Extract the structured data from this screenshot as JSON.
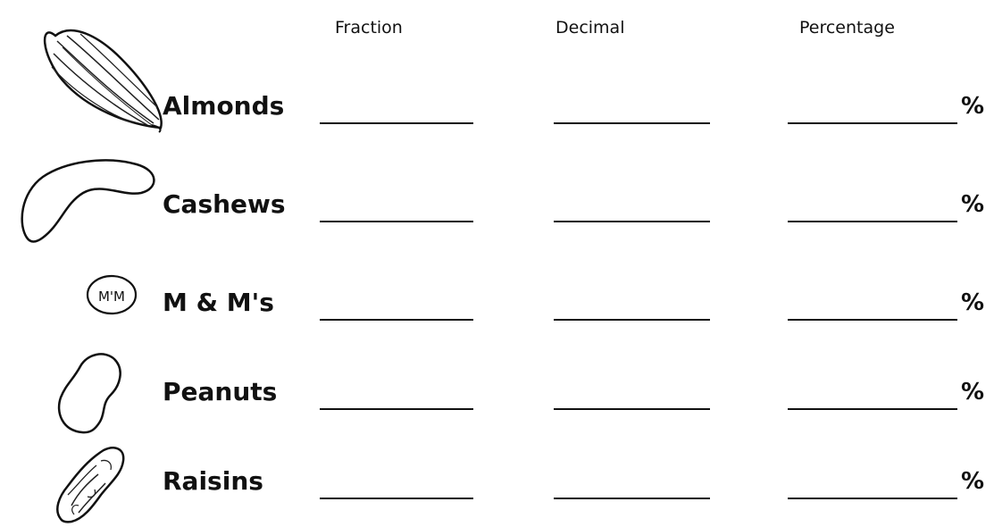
{
  "headers": {
    "fraction": "Fraction",
    "decimal": "Decimal",
    "percentage": "Percentage"
  },
  "rows": [
    {
      "label": "Almonds",
      "icon": "almond-icon",
      "suffix": "%"
    },
    {
      "label": "Cashews",
      "icon": "cashew-icon",
      "suffix": "%"
    },
    {
      "label": "M & M's",
      "icon": "mm-candy-icon",
      "suffix": "%"
    },
    {
      "label": "Peanuts",
      "icon": "peanut-icon",
      "suffix": "%"
    },
    {
      "label": "Raisins",
      "icon": "raisin-icon",
      "suffix": "%"
    }
  ],
  "icons": {
    "mm_text": "M'M"
  }
}
